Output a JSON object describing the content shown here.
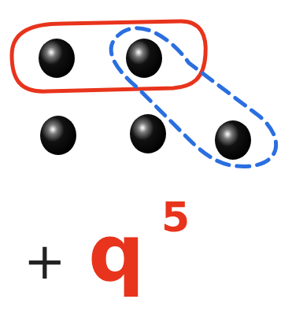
{
  "diagram": {
    "labels": [
      "+",
      "q",
      "5"
    ]
  }
}
